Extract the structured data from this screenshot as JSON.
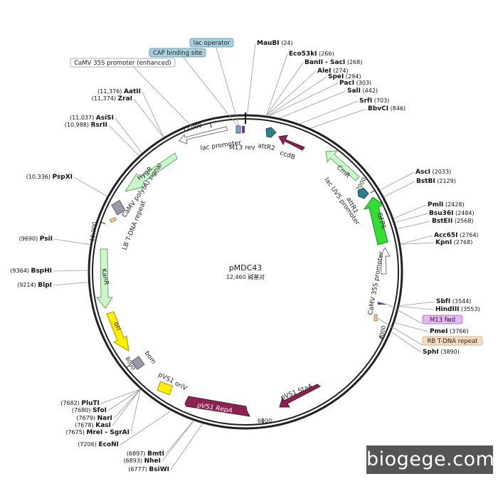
{
  "plasmid": {
    "name": "pMDC43",
    "size_label": "12,460 碱基对",
    "length_bp": 12460
  },
  "ruler_ticks": [
    {
      "bp": 2000,
      "label": "2000"
    },
    {
      "bp": 4000,
      "label": "4000"
    },
    {
      "bp": 6000,
      "label": "6000"
    },
    {
      "bp": 8000,
      "label": "8000"
    },
    {
      "bp": 10000,
      "label": "10,000"
    },
    {
      "bp": 12000,
      "label": "12,000"
    }
  ],
  "sites_right": [
    {
      "name": "MauBI",
      "pos": "(24)",
      "bp": 24
    },
    {
      "name": "Eco53kI",
      "pos": "(266)",
      "bp": 266
    },
    {
      "name": "BanII - SacI",
      "pos": "(268)",
      "bp": 268
    },
    {
      "name": "AleI",
      "pos": "(274)",
      "bp": 274
    },
    {
      "name": "SpeI",
      "pos": "(294)",
      "bp": 294
    },
    {
      "name": "PacI",
      "pos": "(303)",
      "bp": 303
    },
    {
      "name": "SalI",
      "pos": "(442)",
      "bp": 442
    },
    {
      "name": "SrfI",
      "pos": "(703)",
      "bp": 703
    },
    {
      "name": "BbvCI",
      "pos": "(846)",
      "bp": 846
    },
    {
      "name": "AscI",
      "pos": "(2033)",
      "bp": 2033
    },
    {
      "name": "BstBI",
      "pos": "(2129)",
      "bp": 2129
    },
    {
      "name": "PmlI",
      "pos": "(2428)",
      "bp": 2428
    },
    {
      "name": "Bsu36I",
      "pos": "(2484)",
      "bp": 2484
    },
    {
      "name": "BstEII",
      "pos": "(2568)",
      "bp": 2568
    },
    {
      "name": "Acc65I",
      "pos": "(2764)",
      "bp": 2764
    },
    {
      "name": "KpnI",
      "pos": "(2768)",
      "bp": 2768
    },
    {
      "name": "SbfI",
      "pos": "(3544)",
      "bp": 3544
    },
    {
      "name": "HindIII",
      "pos": "(3553)",
      "bp": 3553
    },
    {
      "name": "PmeI",
      "pos": "(3766)",
      "bp": 3766
    },
    {
      "name": "SphI",
      "pos": "(3890)",
      "bp": 3890
    }
  ],
  "sites_left": [
    {
      "name": "AatII",
      "pos": "(11,376)",
      "bp": 11376
    },
    {
      "name": "ZraI",
      "pos": "(11,374)",
      "bp": 11374
    },
    {
      "name": "AsiSI",
      "pos": "(11,037)",
      "bp": 11037
    },
    {
      "name": "RsrII",
      "pos": "(10,988)",
      "bp": 10988
    },
    {
      "name": "PspXI",
      "pos": "(10,336)",
      "bp": 10336
    },
    {
      "name": "PsiI",
      "pos": "(9690)",
      "bp": 9690
    },
    {
      "name": "BspHI",
      "pos": "(9364)",
      "bp": 9364
    },
    {
      "name": "BlpI",
      "pos": "(9214)",
      "bp": 9214
    },
    {
      "name": "PluTI",
      "pos": "(7682)",
      "bp": 7682
    },
    {
      "name": "SfoI",
      "pos": "(7680)",
      "bp": 7680
    },
    {
      "name": "NarI",
      "pos": "(7679)",
      "bp": 7679
    },
    {
      "name": "KasI",
      "pos": "(7678)",
      "bp": 7678
    },
    {
      "name": "MreI - SgrAI",
      "pos": "(7675)",
      "bp": 7675
    },
    {
      "name": "EcoNI",
      "pos": "(7206)",
      "bp": 7206
    },
    {
      "name": "BmtI",
      "pos": "(6897)",
      "bp": 6897
    },
    {
      "name": "NheI",
      "pos": "(6893)",
      "bp": 6893
    },
    {
      "name": "BsiWI",
      "pos": "(6777)",
      "bp": 6777
    }
  ],
  "feature_boxes": [
    {
      "text": "lac operator",
      "bg": "#a9cfe0",
      "border": "#5a8fa8"
    },
    {
      "text": "CAP binding site",
      "bg": "#a9cfe0",
      "border": "#5a8fa8"
    },
    {
      "text": "CaMV 35S promoter (enhanced)",
      "bg": "#ffffff",
      "border": "#999999"
    },
    {
      "text": "M13 fwd",
      "bg": "#e3b8f0",
      "border": "#a060b8"
    },
    {
      "text": "RB T-DNA repeat",
      "bg": "#f5dcc0",
      "border": "#c8a070"
    }
  ],
  "feature_labels": {
    "lac_promoter": "lac promoter",
    "m13_rev": "M13 rev",
    "attr2": "attR2",
    "ccdb": "ccdB",
    "cmr": "CmR",
    "lac_uv5_promoter": "lac UV5 promoter",
    "attr1": "attR1",
    "gfp": "GFP6",
    "camv35s_promoter": "CaMV 35S promoter",
    "hygr": "HygR",
    "camv_polya": "CaMV poly(A) signal",
    "lb_tdna": "LB T-DNA repeat",
    "kanr": "KanR",
    "ori": "ori",
    "bom": "bom",
    "pvs1_oriv": "pVS1 oriV",
    "pvs1_repa": "pVS1 RepA",
    "pvs1_staa": "pVS1 StaA"
  },
  "colors": {
    "backbone": "#222222",
    "ccdb": "#8b2252",
    "att_site": "#2e7d8c",
    "cmr": "#ccf5cc",
    "gfp": "#33dd33",
    "hygr": "#ccf5cc",
    "kanr": "#ccf5cc",
    "ori": "#ffee00",
    "bom": "#999aa8",
    "repa": "#8b2252",
    "staa": "#8b2252",
    "promoter": "#ffffff"
  },
  "watermark": "biogege.com"
}
